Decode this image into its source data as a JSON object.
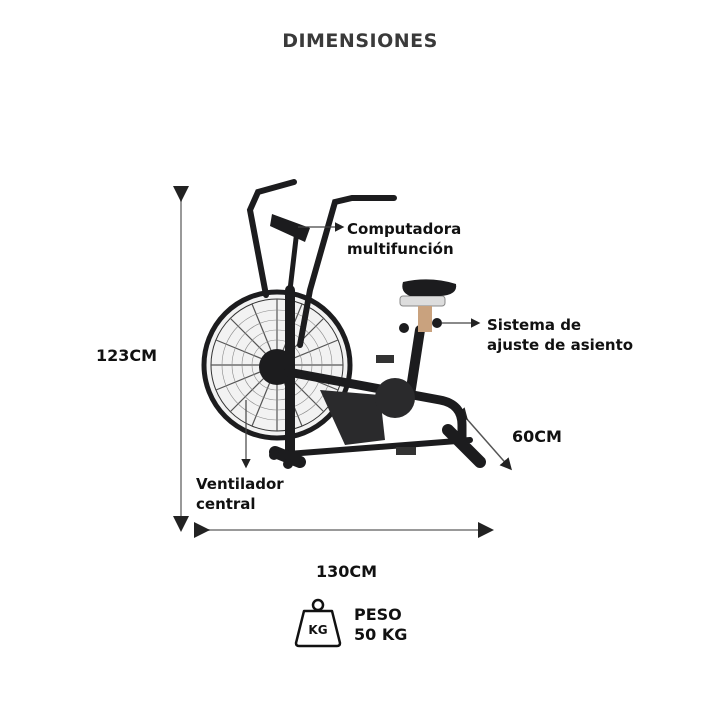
{
  "title": "DIMENSIONES",
  "dimensions": {
    "height": "123CM",
    "width": "130CM",
    "depth": "60CM"
  },
  "callouts": {
    "computer": [
      "Computadora",
      "multifunción"
    ],
    "seat": [
      "Sistema de",
      "ajuste de asiento"
    ],
    "fan": [
      "Ventilador",
      "central"
    ]
  },
  "weight": {
    "icon": "weight-kg-icon",
    "icon_text": "KG",
    "label": "PESO",
    "value": "50 KG"
  },
  "colors": {
    "frame": "#1c1c1e",
    "title": "#3a3a3a",
    "text": "#111111",
    "arrow": "#555555",
    "seatpost": "#c9a27e"
  }
}
